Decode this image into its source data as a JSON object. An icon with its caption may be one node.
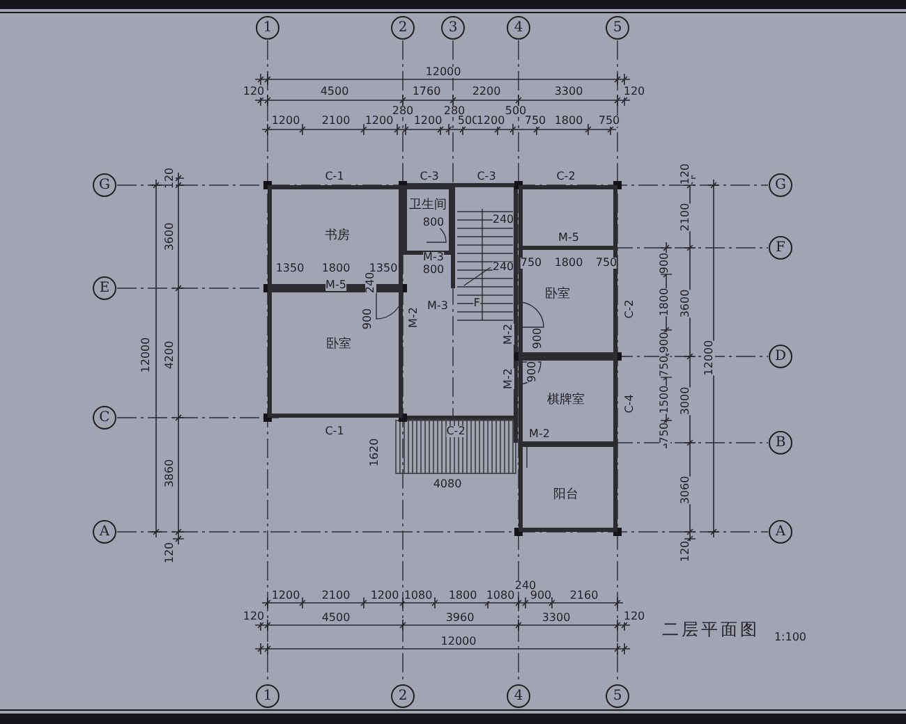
{
  "diagram": {
    "title": "二层平面图",
    "nodes": [
      {
        "text": [
          "1"
        ]
      },
      {
        "text": [
          "2"
        ]
      },
      {
        "text": [
          "3"
        ]
      },
      {
        "text": [
          "4"
        ]
      },
      {
        "text": [
          "5"
        ]
      },
      {
        "text": [
          "G"
        ]
      },
      {
        "text": [
          "G"
        ]
      },
      {
        "text": [
          "卫生间"
        ]
      },
      {
        "text": [
          "书房"
        ]
      },
      {
        "text": [
          "F"
        ]
      },
      {
        "text": [
          "E"
        ]
      },
      {
        "text": [
          "卧室"
        ]
      },
      {
        "text": [
          "卧室"
        ]
      },
      {
        "text": [
          "D"
        ]
      },
      {
        "text": [
          "棋牌室"
        ]
      },
      {
        "text": [
          "C"
        ]
      },
      {
        "text": [
          "B"
        ]
      },
      {
        "text": [
          "阳台"
        ]
      },
      {
        "text": [
          "A"
        ]
      },
      {
        "text": [
          "A"
        ]
      },
      {
        "text": [
          "1"
        ]
      },
      {
        "text": [
          "2"
        ]
      },
      {
        "text": [
          "4"
        ]
      },
      {
        "text": [
          "5"
        ]
      }
    ],
    "labels": [
      "12000",
      "120",
      "4500",
      "1760",
      "2200",
      "3300",
      "120",
      "280",
      "280",
      "500",
      "1200",
      "2100",
      "1200",
      "1200",
      "500",
      "1200",
      "750",
      "1800",
      "750",
      "120",
      "3600",
      "12000",
      "4200",
      "3860",
      "120",
      "C-1",
      "C-3",
      "C-3",
      "C-2",
      "800",
      "240",
      "M-5",
      "M-3",
      "1350",
      "1800",
      "1350",
      "800",
      "240",
      "750",
      "1800",
      "750",
      "M-5",
      "240",
      "900",
      "M-2",
      "M-3",
      "F",
      "C-2",
      "M-2",
      "900",
      "M-2",
      "900",
      "C-4",
      "C-1",
      "C-2",
      "M-2",
      "1620",
      "4080",
      "120",
      "2100",
      "900",
      "1800",
      "3600",
      "12000",
      "900",
      "750",
      "1500",
      "3000",
      "750",
      "3060",
      "120",
      "240",
      "1200",
      "2100",
      "1200",
      "1080",
      "1800",
      "1080",
      "900",
      "2160",
      "120",
      "4500",
      "3960",
      "3300",
      "120",
      "12000",
      "1:100"
    ]
  }
}
